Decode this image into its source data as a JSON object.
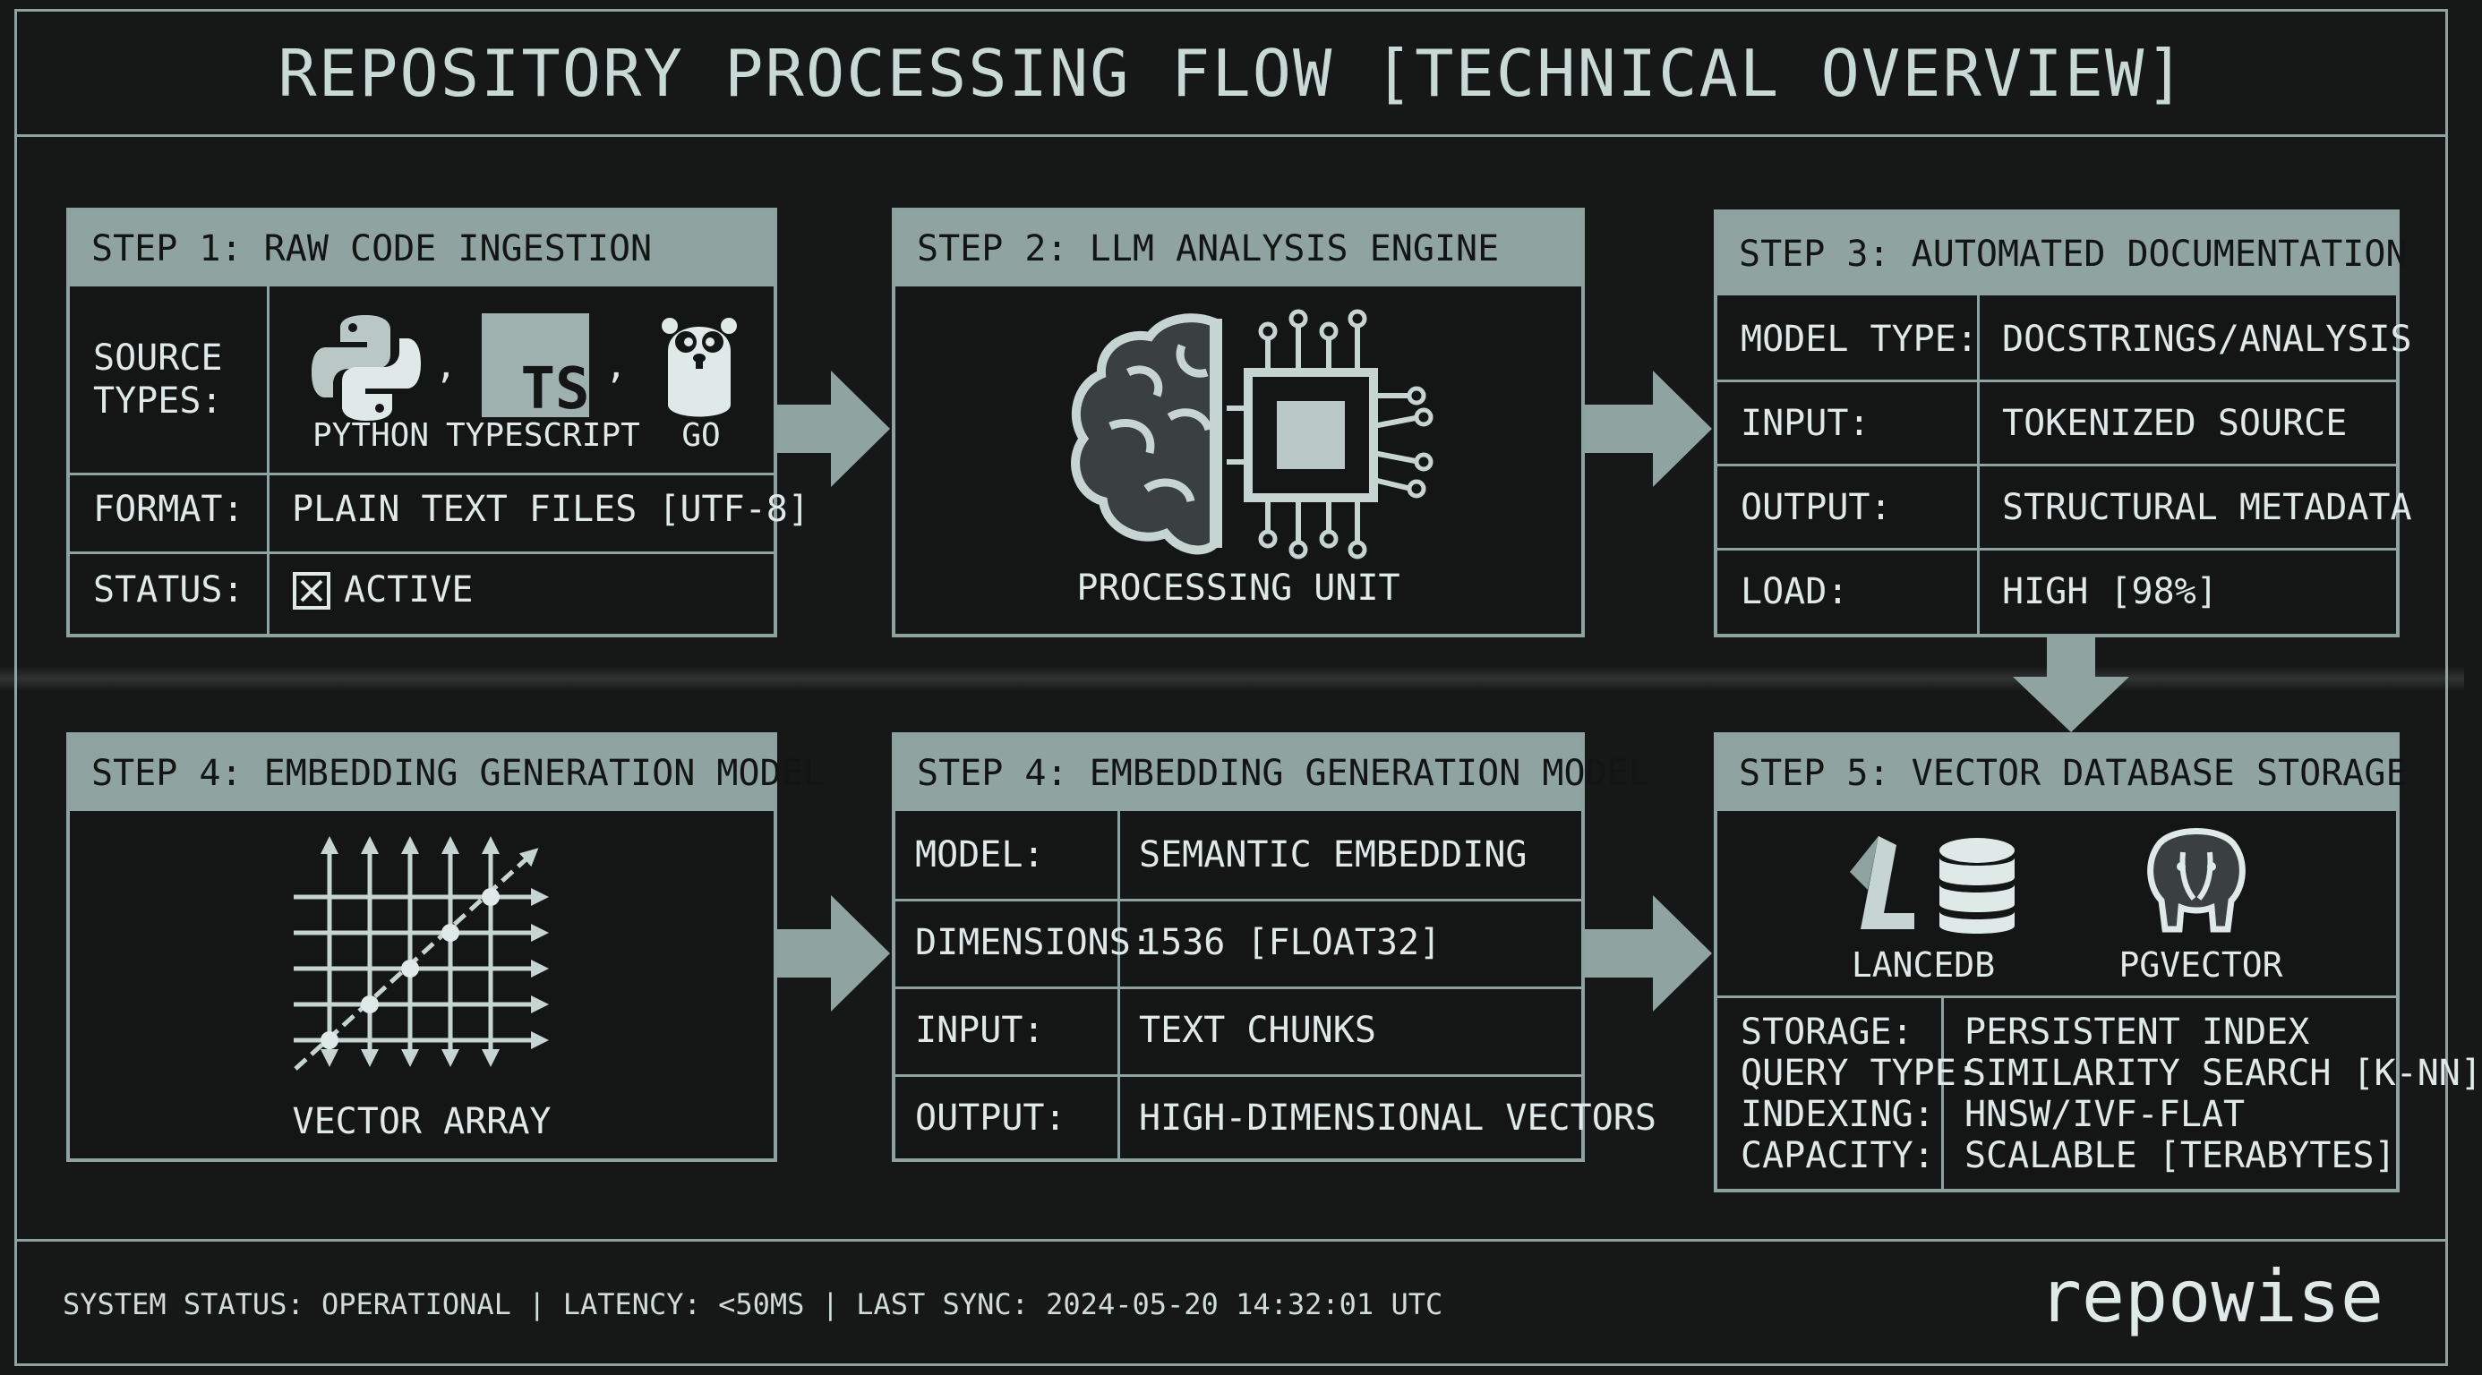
{
  "title": "REPOSITORY PROCESSING FLOW [TECHNICAL OVERVIEW]",
  "colors": {
    "background": "#161817",
    "panel_header": "#8fa3a0",
    "border": "#8ea3a0",
    "text": "#dfe9e7"
  },
  "step1": {
    "header": "STEP 1: RAW CODE INGESTION",
    "source_label": "SOURCE TYPES:",
    "sources": [
      {
        "icon": "python-logo-icon",
        "label": "PYTHON"
      },
      {
        "icon": "typescript-logo-icon",
        "label": "TYPESCRIPT",
        "badge": "TS"
      },
      {
        "icon": "go-gopher-icon",
        "label": "GO"
      }
    ],
    "separator": ",",
    "format_label": "FORMAT:",
    "format_value": "PLAIN TEXT FILES [UTF-8]",
    "status_label": "STATUS:",
    "status_value": "ACTIVE",
    "status_icon": "checkbox-x-icon"
  },
  "step2": {
    "header": "STEP 2: LLM ANALYSIS ENGINE",
    "icon": "brain-chip-icon",
    "caption": "PROCESSING UNIT"
  },
  "step3": {
    "header": "STEP 3: AUTOMATED DOCUMENTATION",
    "rows": [
      {
        "label": "MODEL TYPE:",
        "value": "DOCSTRINGS/ANALYSIS"
      },
      {
        "label": "INPUT:",
        "value": "TOKENIZED SOURCE"
      },
      {
        "label": "OUTPUT:",
        "value": "STRUCTURAL METADATA"
      },
      {
        "label": "LOAD:",
        "value": "HIGH [98%]"
      }
    ]
  },
  "step4a": {
    "header": "STEP 4: EMBEDDING GENERATION MODEL",
    "icon": "vector-grid-icon",
    "caption": "VECTOR ARRAY"
  },
  "step4b": {
    "header": "STEP 4: EMBEDDING GENERATION MODEL",
    "rows": [
      {
        "label": "MODEL:",
        "value": "SEMANTIC EMBEDDING"
      },
      {
        "label": "DIMENSIONS:",
        "value": "1536 [FLOAT32]"
      },
      {
        "label": "INPUT:",
        "value": "TEXT CHUNKS"
      },
      {
        "label": "OUTPUT:",
        "value": "HIGH-DIMENSIONAL VECTORS"
      }
    ]
  },
  "step5": {
    "header": "STEP 5: VECTOR DATABASE STORAGE",
    "databases": [
      {
        "icon": "lancedb-logo-icon",
        "label": "LANCEDB"
      },
      {
        "icon": "postgres-elephant-icon",
        "label": "PGVECTOR"
      }
    ],
    "labels": [
      "STORAGE:",
      "QUERY TYPE:",
      "INDEXING:",
      "CAPACITY:"
    ],
    "values": [
      "PERSISTENT INDEX",
      "SIMILARITY SEARCH [K-NN]",
      "HNSW/IVF-FLAT",
      "SCALABLE [TERABYTES]"
    ]
  },
  "footer": {
    "status": "SYSTEM STATUS: OPERATIONAL | LATENCY: <50MS | LAST SYNC: 2024-05-20 14:32:01 UTC",
    "brand": "repowise"
  }
}
